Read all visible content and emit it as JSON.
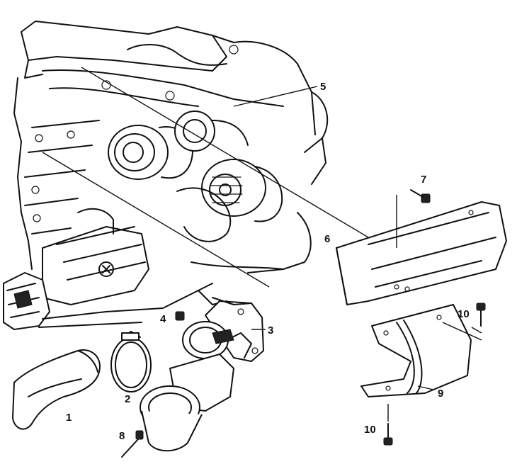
{
  "callouts": {
    "c1": "1",
    "c2": "2",
    "c3": "3",
    "c4": "4",
    "c5": "5",
    "c6": "6",
    "c7": "7",
    "c8": "8",
    "c9": "9",
    "c10a": "10",
    "c10b": "10"
  },
  "colors": {
    "line": "#111111",
    "background": "#ffffff"
  }
}
